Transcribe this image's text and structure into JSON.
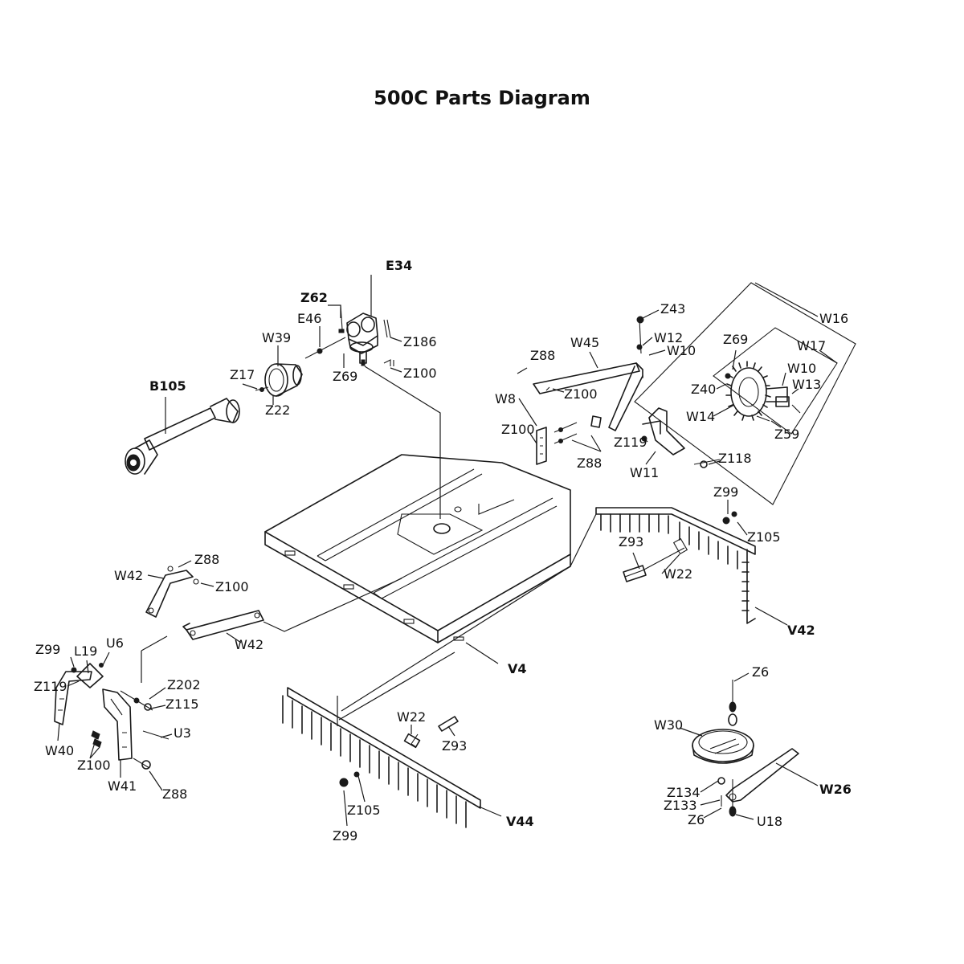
{
  "title": "500C Parts Diagram",
  "labels": {
    "E34": "E34",
    "Z62": "Z62",
    "E46": "E46",
    "Z186": "Z186",
    "W39": "W39",
    "Z69_a": "Z69",
    "Z100_a": "Z100",
    "Z17": "Z17",
    "Z22": "Z22",
    "B105": "B105",
    "Z43": "Z43",
    "W16": "W16",
    "W12": "W12",
    "W10_a": "W10",
    "W45": "W45",
    "Z88_a": "Z88",
    "Z100_b": "Z100",
    "W8": "W8",
    "Z100_c": "Z100",
    "Z88_b": "Z88",
    "Z69_b": "Z69",
    "W17": "W17",
    "W10_b": "W10",
    "Z40": "Z40",
    "W13": "W13",
    "W14": "W14",
    "Z59": "Z59",
    "Z119_a": "Z119",
    "W11": "W11",
    "Z118": "Z118",
    "Z99_a": "Z99",
    "Z105_a": "Z105",
    "Z93_a": "Z93",
    "W22_a": "W22",
    "V42": "V42",
    "W42_a": "W42",
    "Z88_c": "Z88",
    "Z100_d": "Z100",
    "W42_b": "W42",
    "V4": "V4",
    "Z99_b": "Z99",
    "L19": "L19",
    "U6": "U6",
    "Z119_b": "Z119",
    "Z202": "Z202",
    "Z115": "Z115",
    "U3": "U3",
    "W40": "W40",
    "Z100_e": "Z100",
    "W41": "W41",
    "Z88_d": "Z88",
    "W22_b": "W22",
    "Z93_b": "Z93",
    "Z105_b": "Z105",
    "Z99_c": "Z99",
    "V44": "V44",
    "Z6_a": "Z6",
    "W30": "W30",
    "W26": "W26",
    "Z134": "Z134",
    "Z133": "Z133",
    "Z6_b": "Z6",
    "U18": "U18"
  }
}
